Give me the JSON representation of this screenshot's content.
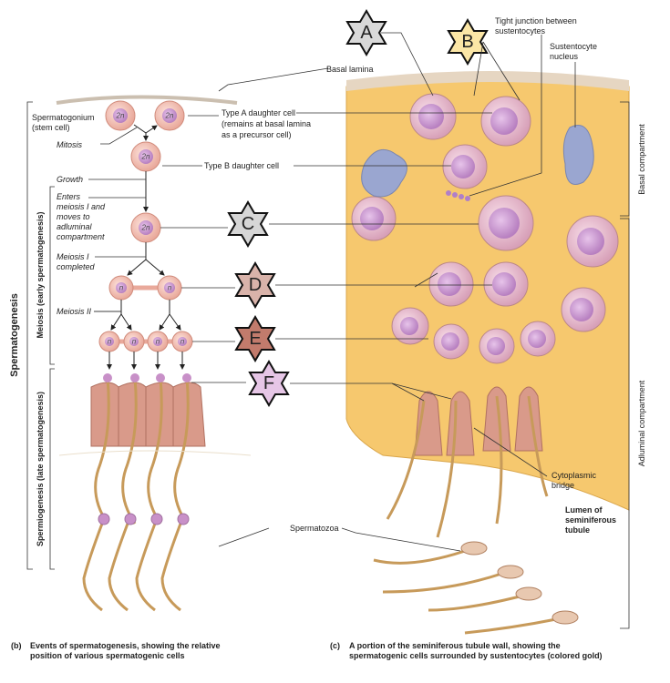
{
  "labels": {
    "basal_lamina": "Basal lamina",
    "tight_junction": [
      "Tight junction between",
      "sustentocytes"
    ],
    "sustentocyte_nucleus": [
      "Sustentocyte",
      "nucleus"
    ],
    "spermatogonium": [
      "Spermatogonium",
      "(stem cell)"
    ],
    "type_a": [
      "Type A daughter cell",
      "(remains at basal lamina",
      "as a precursor cell)"
    ],
    "mitosis": "Mitosis",
    "type_b": "Type B daughter cell",
    "growth": "Growth",
    "enters_meiosis": [
      "Enters",
      "meiosis I and",
      "moves to",
      "adluminal",
      "compartment"
    ],
    "meiosis_1": [
      "Meiosis I",
      "completed"
    ],
    "meiosis_2": "Meiosis II",
    "cytoplasmic_bridge": [
      "Cytoplasmic",
      "bridge"
    ],
    "lumen": [
      "Lumen of",
      "seminiferous",
      "tubule"
    ],
    "spermatozoa": "Spermatozoa",
    "basal_compartment": "Basal compartment",
    "adluminal_compartment": "Adluminal compartment",
    "spermatogenesis": "Spermatogenesis",
    "meiosis_early": "Meiosis (early spermatogenesis)",
    "spermiogenesis_late": "Spermiogenesis (late spermatogenesis)",
    "diploid": "2n",
    "haploid": "n"
  },
  "stars": [
    {
      "letter": "A",
      "color": "#d9d9d9"
    },
    {
      "letter": "B",
      "color": "#fbe6a6"
    },
    {
      "letter": "C",
      "color": "#d6d6d6"
    },
    {
      "letter": "D",
      "color": "#d9b3aa"
    },
    {
      "letter": "E",
      "color": "#c27b6c"
    },
    {
      "letter": "F",
      "color": "#e6c6e6"
    }
  ],
  "captions": {
    "b": [
      "(b)",
      "Events of spermatogenesis, showing the relative",
      "position of various spermatogenic cells"
    ],
    "c": [
      "(c)",
      "A portion of the seminiferous tubule wall, showing the",
      "spermatogenic cells surrounded by sustentocytes (colored gold)"
    ]
  }
}
